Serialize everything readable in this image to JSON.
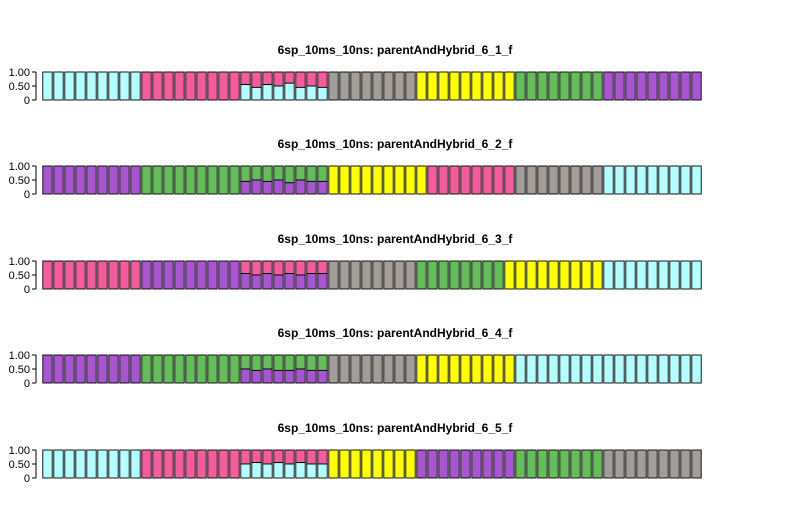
{
  "colors": {
    "cyan": "#B3FFFF",
    "pink": "#F55C9E",
    "purple": "#A955D2",
    "green": "#63BE5A",
    "yellow": "#FFFF00",
    "gray": "#A39D99"
  },
  "chart_data": [
    {
      "type": "bar",
      "stacked": true,
      "title": "6sp_10ms_10ns: parentAndHybrid_6_1_f",
      "ylim": [
        0,
        1
      ],
      "yticks": [
        "1.00",
        "0.50",
        "0"
      ],
      "n_bars": 60,
      "groups": [
        {
          "color": "cyan",
          "count": 9
        },
        {
          "color": "pink",
          "count": 9
        },
        {
          "hybrid": true,
          "bottom": "cyan",
          "top": "pink",
          "count": 8,
          "bottom_values": [
            0.55,
            0.45,
            0.55,
            0.5,
            0.6,
            0.45,
            0.5,
            0.45
          ]
        },
        {
          "color": "gray",
          "count": 8
        },
        {
          "color": "yellow",
          "count": 9
        },
        {
          "color": "green",
          "count": 8
        },
        {
          "color": "purple",
          "count": 9
        }
      ]
    },
    {
      "type": "bar",
      "stacked": true,
      "title": "6sp_10ms_10ns: parentAndHybrid_6_2_f",
      "ylim": [
        0,
        1
      ],
      "yticks": [
        "1.00",
        "0.50",
        "0"
      ],
      "n_bars": 60,
      "groups": [
        {
          "color": "purple",
          "count": 9
        },
        {
          "color": "green",
          "count": 9
        },
        {
          "hybrid": true,
          "bottom": "purple",
          "top": "green",
          "count": 8,
          "bottom_values": [
            0.45,
            0.5,
            0.45,
            0.5,
            0.4,
            0.5,
            0.45,
            0.45
          ]
        },
        {
          "color": "yellow",
          "count": 9
        },
        {
          "color": "pink",
          "count": 8
        },
        {
          "color": "gray",
          "count": 8
        },
        {
          "color": "cyan",
          "count": 9
        }
      ]
    },
    {
      "type": "bar",
      "stacked": true,
      "title": "6sp_10ms_10ns: parentAndHybrid_6_3_f",
      "ylim": [
        0,
        1
      ],
      "yticks": [
        "1.00",
        "0.50",
        "0"
      ],
      "n_bars": 60,
      "groups": [
        {
          "color": "pink",
          "count": 9
        },
        {
          "color": "purple",
          "count": 9
        },
        {
          "hybrid": true,
          "bottom": "purple",
          "top": "pink",
          "count": 8,
          "bottom_values": [
            0.55,
            0.5,
            0.55,
            0.5,
            0.55,
            0.5,
            0.55,
            0.55
          ]
        },
        {
          "color": "gray",
          "count": 8
        },
        {
          "color": "green",
          "count": 8
        },
        {
          "color": "yellow",
          "count": 9
        },
        {
          "color": "cyan",
          "count": 9
        }
      ]
    },
    {
      "type": "bar",
      "stacked": true,
      "title": "6sp_10ms_10ns: parentAndHybrid_6_4_f",
      "ylim": [
        0,
        1
      ],
      "yticks": [
        "1.00",
        "0.50",
        "0"
      ],
      "n_bars": 60,
      "groups": [
        {
          "color": "purple",
          "count": 9
        },
        {
          "color": "green",
          "count": 9
        },
        {
          "hybrid": true,
          "bottom": "purple",
          "top": "green",
          "count": 8,
          "bottom_values": [
            0.5,
            0.45,
            0.5,
            0.45,
            0.45,
            0.5,
            0.45,
            0.45
          ]
        },
        {
          "color": "gray",
          "count": 8
        },
        {
          "color": "yellow",
          "count": 9
        },
        {
          "color": "cyan",
          "count": 17
        }
      ]
    },
    {
      "type": "bar",
      "stacked": true,
      "title": "6sp_10ms_10ns: parentAndHybrid_6_5_f",
      "ylim": [
        0,
        1
      ],
      "yticks": [
        "1.00",
        "0.50",
        "0"
      ],
      "n_bars": 60,
      "groups": [
        {
          "color": "cyan",
          "count": 9
        },
        {
          "color": "pink",
          "count": 9
        },
        {
          "hybrid": true,
          "bottom": "cyan",
          "top": "pink",
          "count": 8,
          "bottom_values": [
            0.5,
            0.55,
            0.5,
            0.55,
            0.5,
            0.55,
            0.5,
            0.5
          ]
        },
        {
          "color": "yellow",
          "count": 8
        },
        {
          "color": "purple",
          "count": 9
        },
        {
          "color": "green",
          "count": 8
        },
        {
          "color": "gray",
          "count": 9
        }
      ]
    }
  ]
}
